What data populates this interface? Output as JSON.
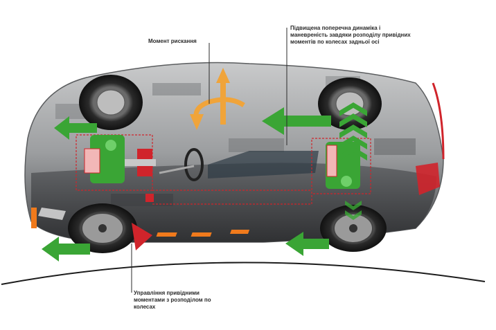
{
  "labels": {
    "yaw_moment": "Момент рискання",
    "rear_dynamics": "Підвищена поперечна динаміка і\nманевреність завдяки розподілу привідних\nмоментів по колесах задньої осі",
    "torque_control": "Управління привідними\nмоментами з розподілом по\nколесах"
  },
  "colors": {
    "arrow_green": "#3aa535",
    "arrow_orange": "#f0a43a",
    "accent_red": "#d0242b",
    "accent_orange": "#f07a1c",
    "body_grey": "#8a8c8e"
  },
  "icons": [
    "yaw-arrow-icon",
    "green-direction-arrow-icon",
    "rear-torque-chevron-icon"
  ]
}
